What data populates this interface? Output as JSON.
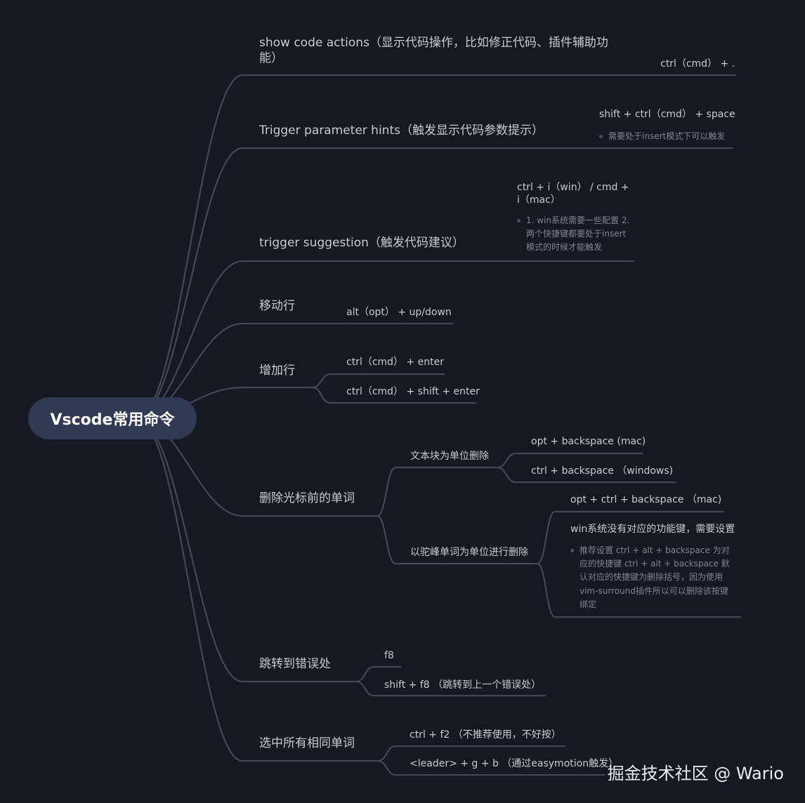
{
  "root": "Vscode常用命令",
  "branches": [
    {
      "label": "show code actions（显示代码操作，比如修正代码、插件辅助功能）",
      "children": [
        {
          "label": "ctrl（cmd） + ."
        }
      ]
    },
    {
      "label": "Trigger parameter hints（触发显示代码参数提示）",
      "children": [
        {
          "label": "shift + ctrl（cmd） + space",
          "note": "需要处于insert模式下可以触发"
        }
      ]
    },
    {
      "label": "trigger suggestion（触发代码建议）",
      "children": [
        {
          "label": "ctrl + i（win） / cmd + i（mac）",
          "note": "1. win系统需要一些配置 2. 两个快捷键都要处于insert模式的时候才能触发"
        }
      ]
    },
    {
      "label": "移动行",
      "children": [
        {
          "label": "alt（opt） + up/down"
        }
      ]
    },
    {
      "label": "增加行",
      "children": [
        {
          "label": "ctrl（cmd） + enter"
        },
        {
          "label": "ctrl（cmd） + shift + enter"
        }
      ]
    },
    {
      "label": "删除光标前的单词",
      "children": [
        {
          "label": "文本块为单位删除",
          "children": [
            {
              "label": "opt + backspace (mac)"
            },
            {
              "label": "ctrl + backspace （windows)"
            }
          ]
        },
        {
          "label": "以驼峰单词为单位进行删除",
          "children": [
            {
              "label": "opt + ctrl + backspace （mac)"
            },
            {
              "label": "win系统没有对应的功能键，需要设置",
              "note": "推荐设置 ctrl + alt + backspace 为对应的快捷键 ctrl + alt + backspace 默认对应的快捷键为删除括号，因为使用vim-surround插件所以可以删除该按键绑定"
            }
          ]
        }
      ]
    },
    {
      "label": "跳转到错误处",
      "children": [
        {
          "label": "f8"
        },
        {
          "label": "shift + f8 （跳转到上一个错误处）"
        }
      ]
    },
    {
      "label": "选中所有相同单词",
      "children": [
        {
          "label": "ctrl + f2 （不推荐使用，不好按）"
        },
        {
          "label": "<leader> + g + b （通过easymotion触发）"
        }
      ]
    }
  ],
  "watermark": "掘金技术社区 @ Wario",
  "colors": {
    "background": "#141923",
    "line": "#414957",
    "root_fill": "#303a52",
    "text": "#c6cbd4",
    "note": "#7f8692"
  }
}
